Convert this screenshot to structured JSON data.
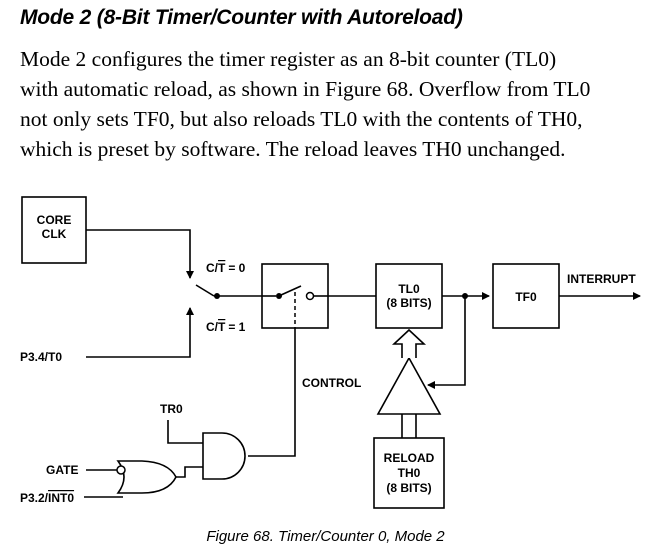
{
  "section": {
    "heading": "Mode 2 (8-Bit Timer/Counter with Autoreload)",
    "paragraph_lines": [
      "Mode 2 configures the timer register as an 8-bit counter (TL0)",
      "with automatic reload, as shown in Figure 68. Overflow from TL0",
      "not only sets TF0, but also reloads TL0 with the contents of TH0,",
      "which is preset by software. The reload leaves TH0 unchanged."
    ]
  },
  "diagram": {
    "core_clk": [
      "CORE",
      "CLK"
    ],
    "ct_prefix": "C/",
    "ct_bar": "T",
    "ct0_value": "= 0",
    "ct1_value": "= 1",
    "p34": "P3.4/T0",
    "control": "CONTROL",
    "tl0": [
      "TL0",
      "(8 BITS)"
    ],
    "tf0": "TF0",
    "interrupt": "INTERRUPT",
    "tr0": "TR0",
    "gate": "GATE",
    "p32_prefix": "P3.2/",
    "p32_bar": "INT0",
    "reload": [
      "RELOAD",
      "TH0",
      "(8 BITS)"
    ]
  },
  "caption": "Figure 68. Timer/Counter 0, Mode 2"
}
